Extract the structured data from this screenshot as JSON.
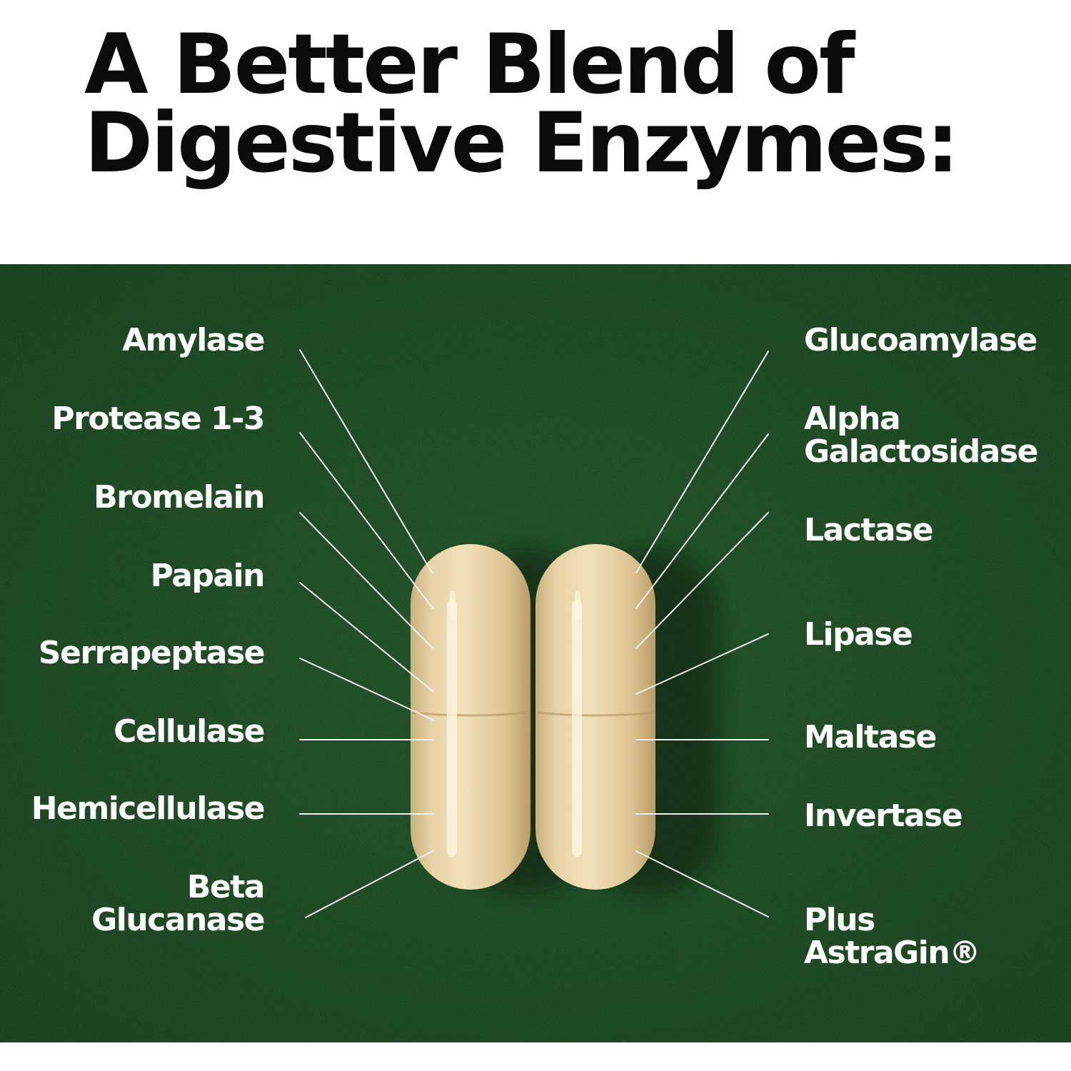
{
  "headline": {
    "line1": "A Better Blend of",
    "line2": "Digestive Enzymes:"
  },
  "colors": {
    "panel_green": "#1f4d25",
    "capsule_fill": "#e6d2a5",
    "label_text": "#ffffff",
    "headline_text": "#0b0b0b"
  },
  "left_enzymes": [
    {
      "line1": "Amylase"
    },
    {
      "line1": "Protease 1-3"
    },
    {
      "line1": "Bromelain"
    },
    {
      "line1": "Papain"
    },
    {
      "line1": "Serrapeptase"
    },
    {
      "line1": "Cellulase"
    },
    {
      "line1": "Hemicellulase"
    },
    {
      "line1": "Beta",
      "line2": "Glucanase"
    }
  ],
  "right_enzymes": [
    {
      "line1": "Glucoamylase"
    },
    {
      "line1": "Alpha",
      "line2": "Galactosidase"
    },
    {
      "line1": "Lactase"
    },
    {
      "line1": "Lipase"
    },
    {
      "line1": "Maltase"
    },
    {
      "line1": "Invertase"
    },
    {
      "line1": "Plus",
      "line2": "AstraGin®"
    }
  ]
}
